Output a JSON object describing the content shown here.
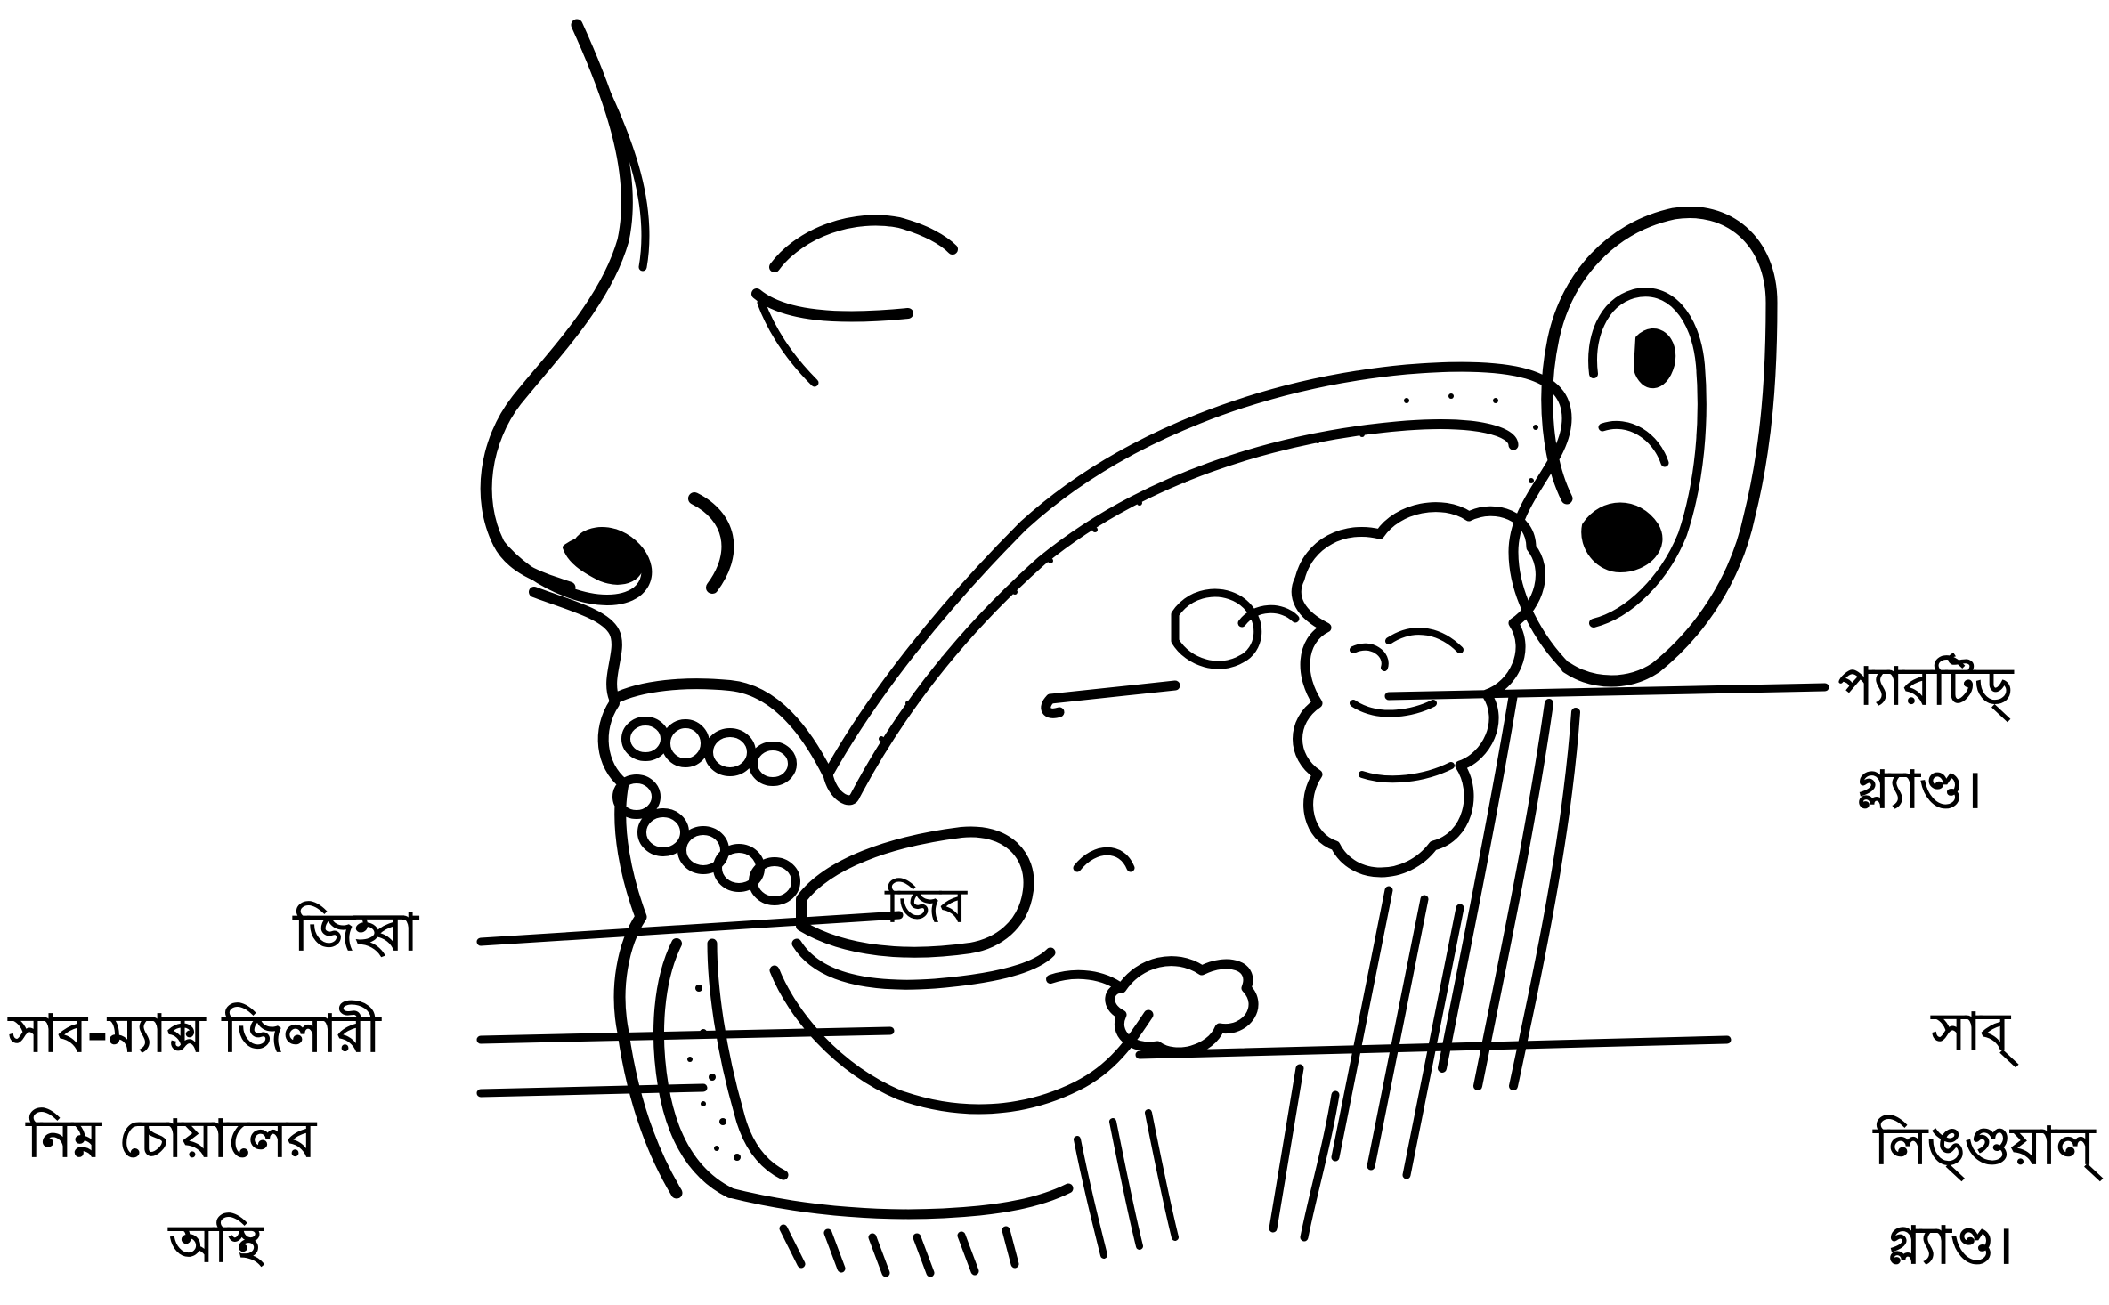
{
  "labels": {
    "tongue": "জিহ্বা",
    "sub_maxillary": "সাব-ম্যাক্স জিলারী",
    "lower_jaw_line1": "নিম্ন চোয়ালের",
    "lower_jaw_line2": "অস্থি",
    "parotid_line1": "প্যারটিড্",
    "parotid_line2": "গ্ল্যাণ্ড।",
    "sublingual_line1": "সাব্",
    "sublingual_line2": "লিঙ্গুয়াল্",
    "sublingual_line3": "গ্ল্যাণ্ড।",
    "tongue_inline": "জিব"
  },
  "colors": {
    "ink": "#000000",
    "paper": "#ffffff"
  }
}
